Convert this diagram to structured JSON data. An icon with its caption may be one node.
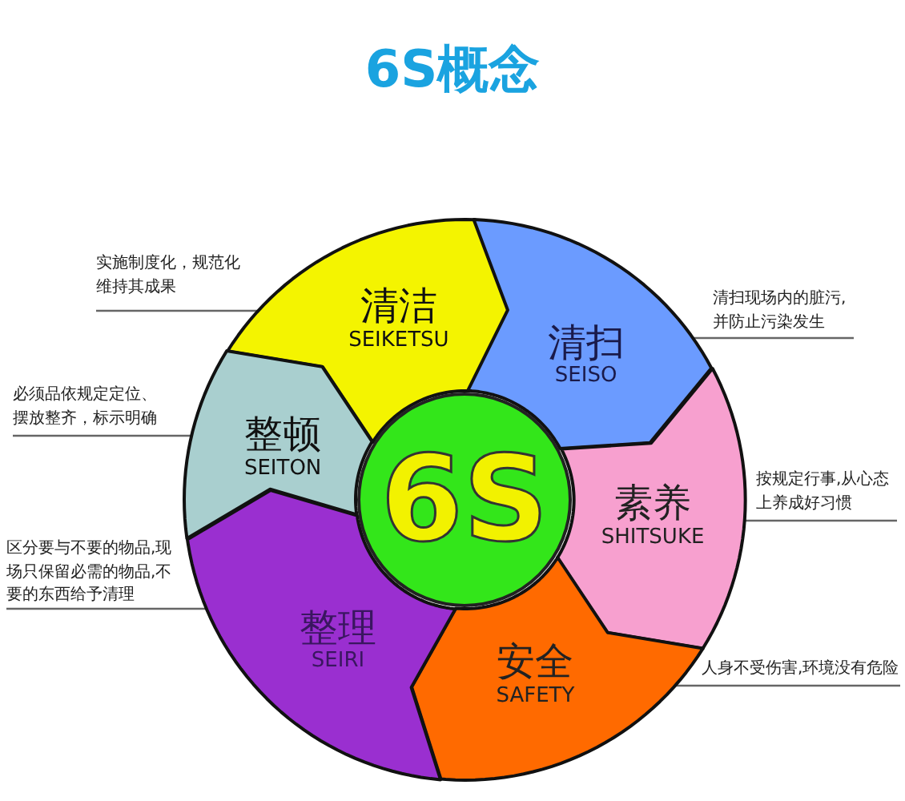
{
  "diagram": {
    "title": "6S概念",
    "nodes": [
      {
        "text": [
          "清洁",
          "SEIKETSU"
        ]
      },
      {
        "text": [
          "清扫",
          "SEISO"
        ]
      },
      {
        "text": [
          "素养",
          "SHITSUKE"
        ]
      },
      {
        "text": [
          "安全",
          "SAFETY"
        ]
      },
      {
        "text": [
          "整理",
          "SEIRI"
        ]
      },
      {
        "text": [
          "整顿",
          "SEITON"
        ]
      },
      {
        "text": [
          "6S"
        ]
      },
      {
        "text": [
          "实施制度化，规范化维持其成果"
        ]
      },
      {
        "text": [
          "清扫现场内的脏污,并防止污染发生"
        ]
      },
      {
        "text": [
          "按规定行事,从心态上养成好习惯"
        ]
      },
      {
        "text": [
          "人身不受伤害,环境没有危险"
        ]
      },
      {
        "text": [
          "区分要与不要的物品,现场只保留必需的物品,不要的东西给予清理"
        ]
      },
      {
        "text": [
          "必须品依规定定位、摆放整齐，标示明确"
        ]
      }
    ],
    "edges": [
      {
        "from": 7,
        "to": 0,
        "arrow": "none"
      },
      {
        "from": 8,
        "to": 1,
        "arrow": "none"
      },
      {
        "from": 9,
        "to": 2,
        "arrow": "none"
      },
      {
        "from": 10,
        "to": 3,
        "arrow": "none"
      },
      {
        "from": 11,
        "to": 4,
        "arrow": "none"
      },
      {
        "from": 12,
        "to": 5,
        "arrow": "none"
      }
    ]
  }
}
